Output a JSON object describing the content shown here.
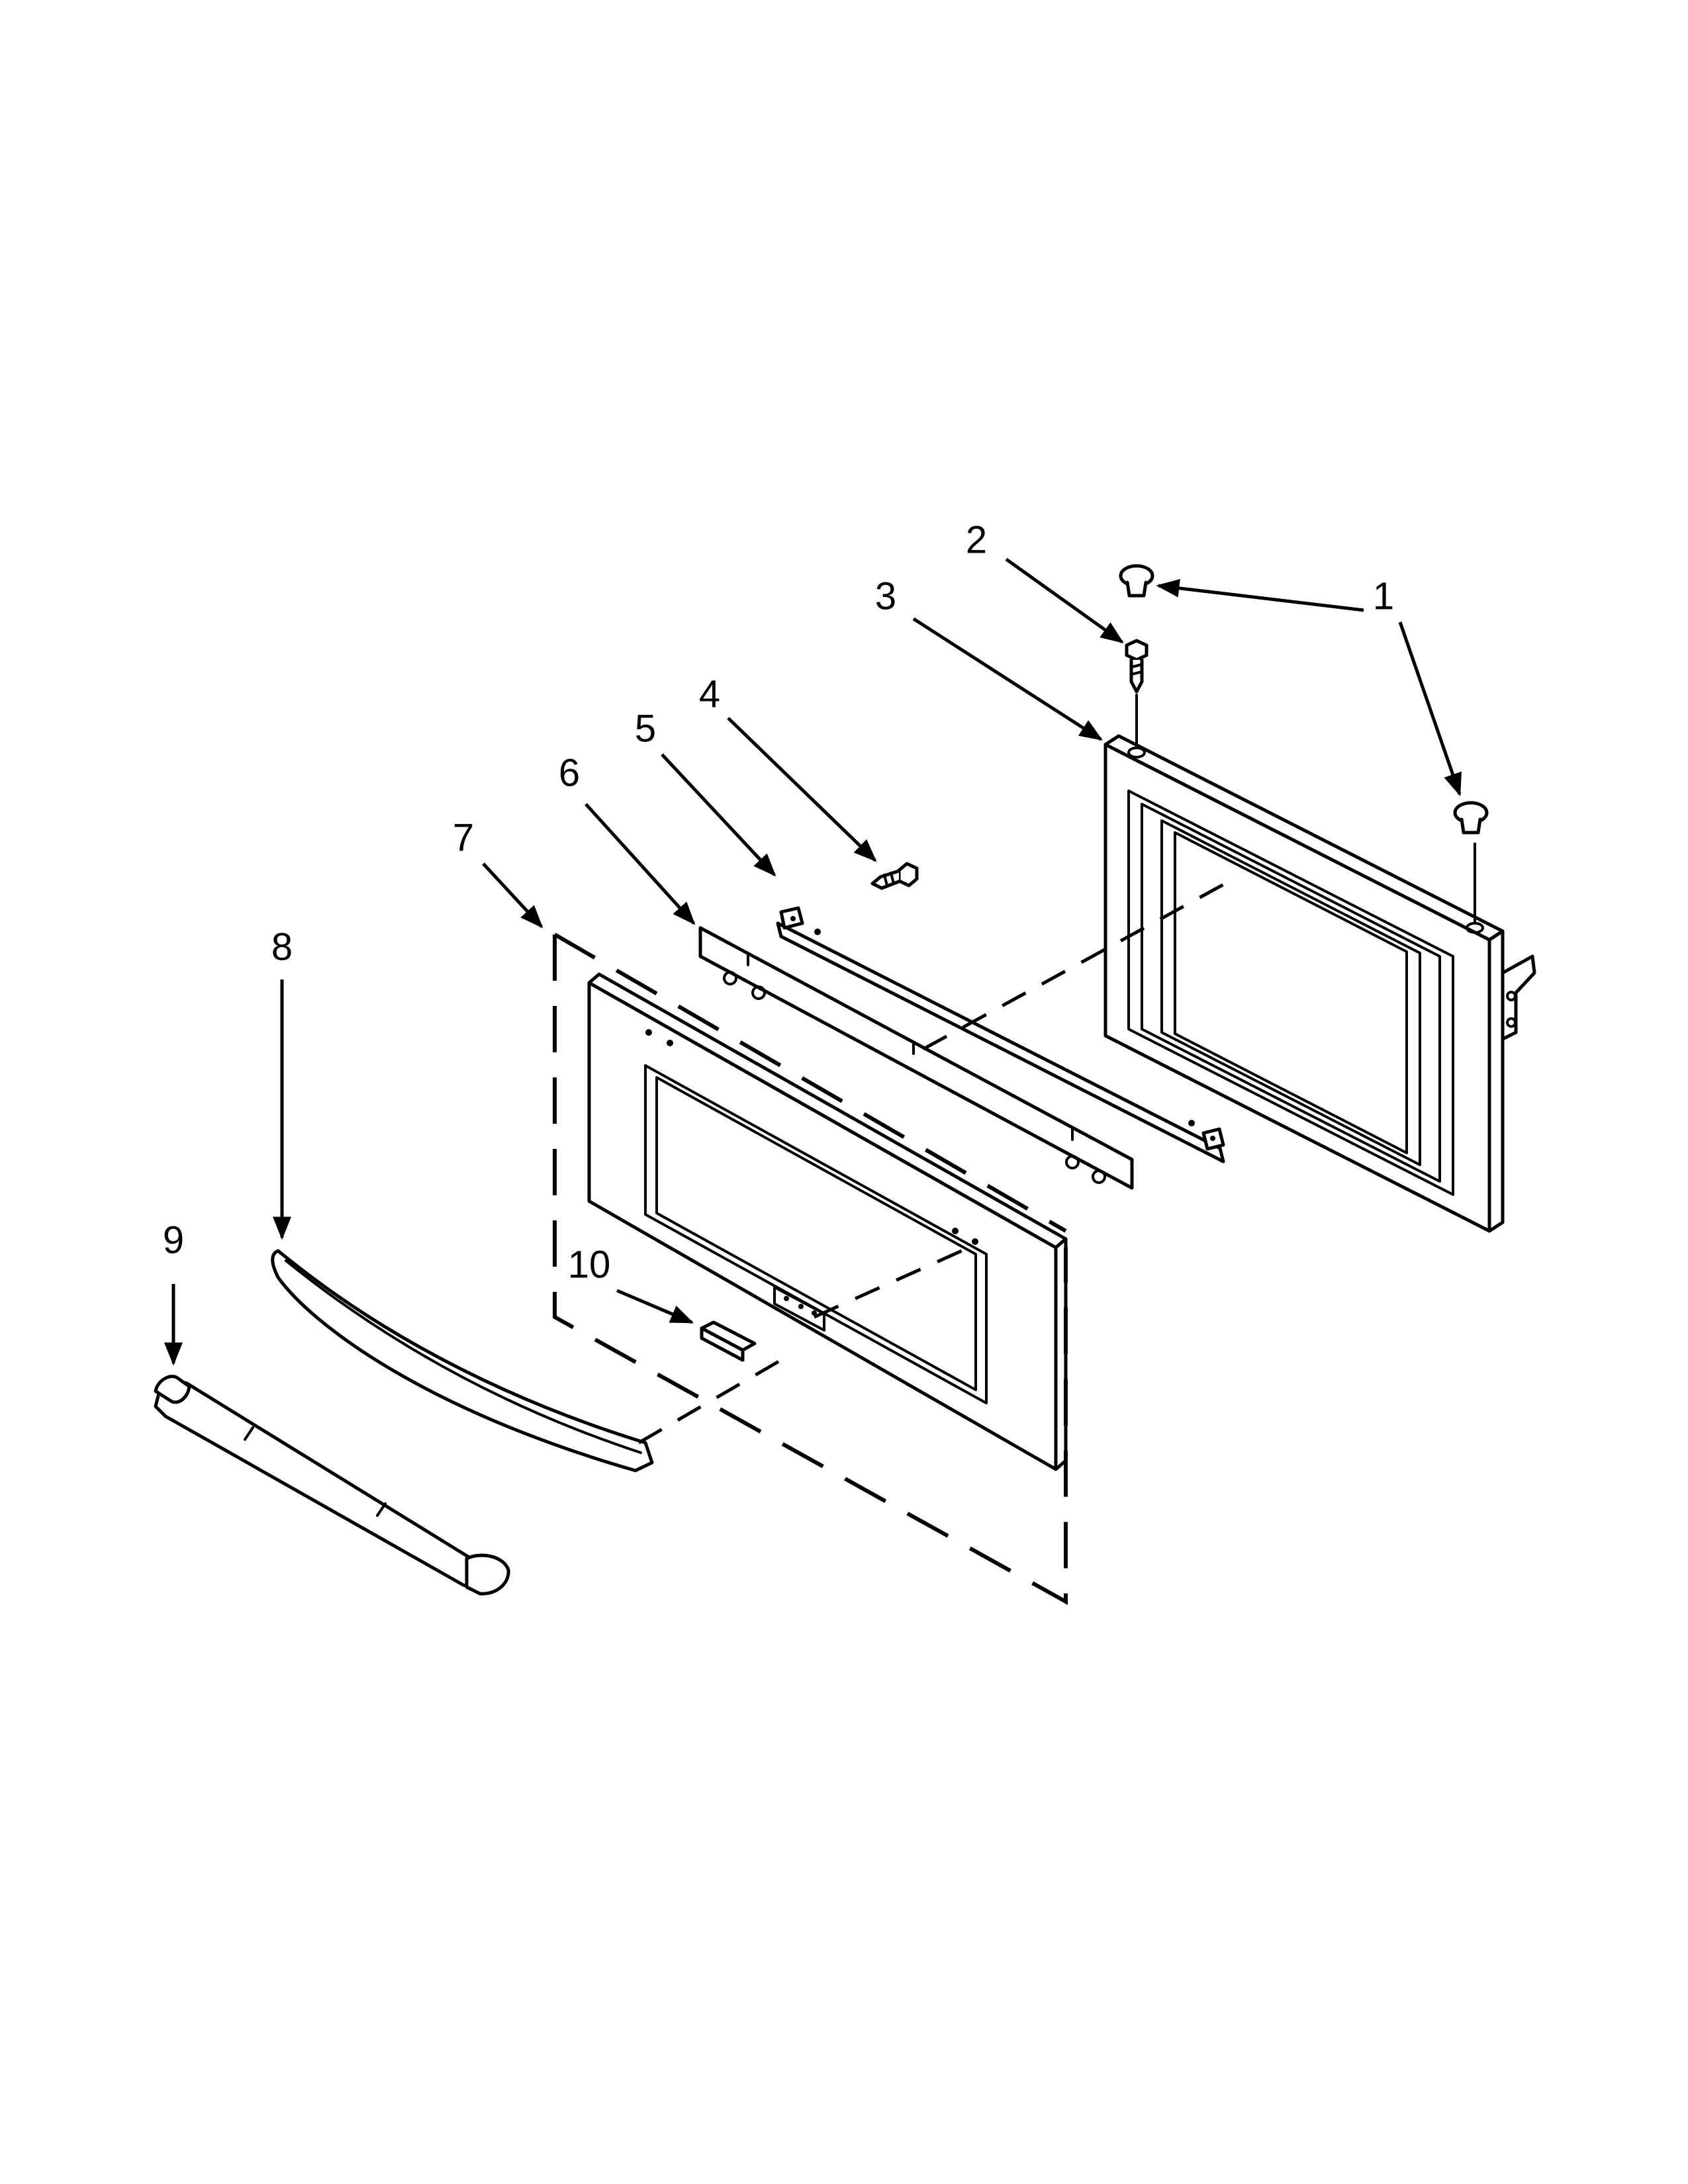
{
  "diagram": {
    "type": "exploded-parts-diagram",
    "callouts": [
      {
        "id": "1",
        "label": "1"
      },
      {
        "id": "2",
        "label": "2"
      },
      {
        "id": "3",
        "label": "3"
      },
      {
        "id": "4",
        "label": "4"
      },
      {
        "id": "5",
        "label": "5"
      },
      {
        "id": "6",
        "label": "6"
      },
      {
        "id": "7",
        "label": "7"
      },
      {
        "id": "8",
        "label": "8"
      },
      {
        "id": "9",
        "label": "9"
      },
      {
        "id": "10",
        "label": "10"
      }
    ],
    "colors": {
      "line": "#000000",
      "background": "#ffffff"
    }
  }
}
